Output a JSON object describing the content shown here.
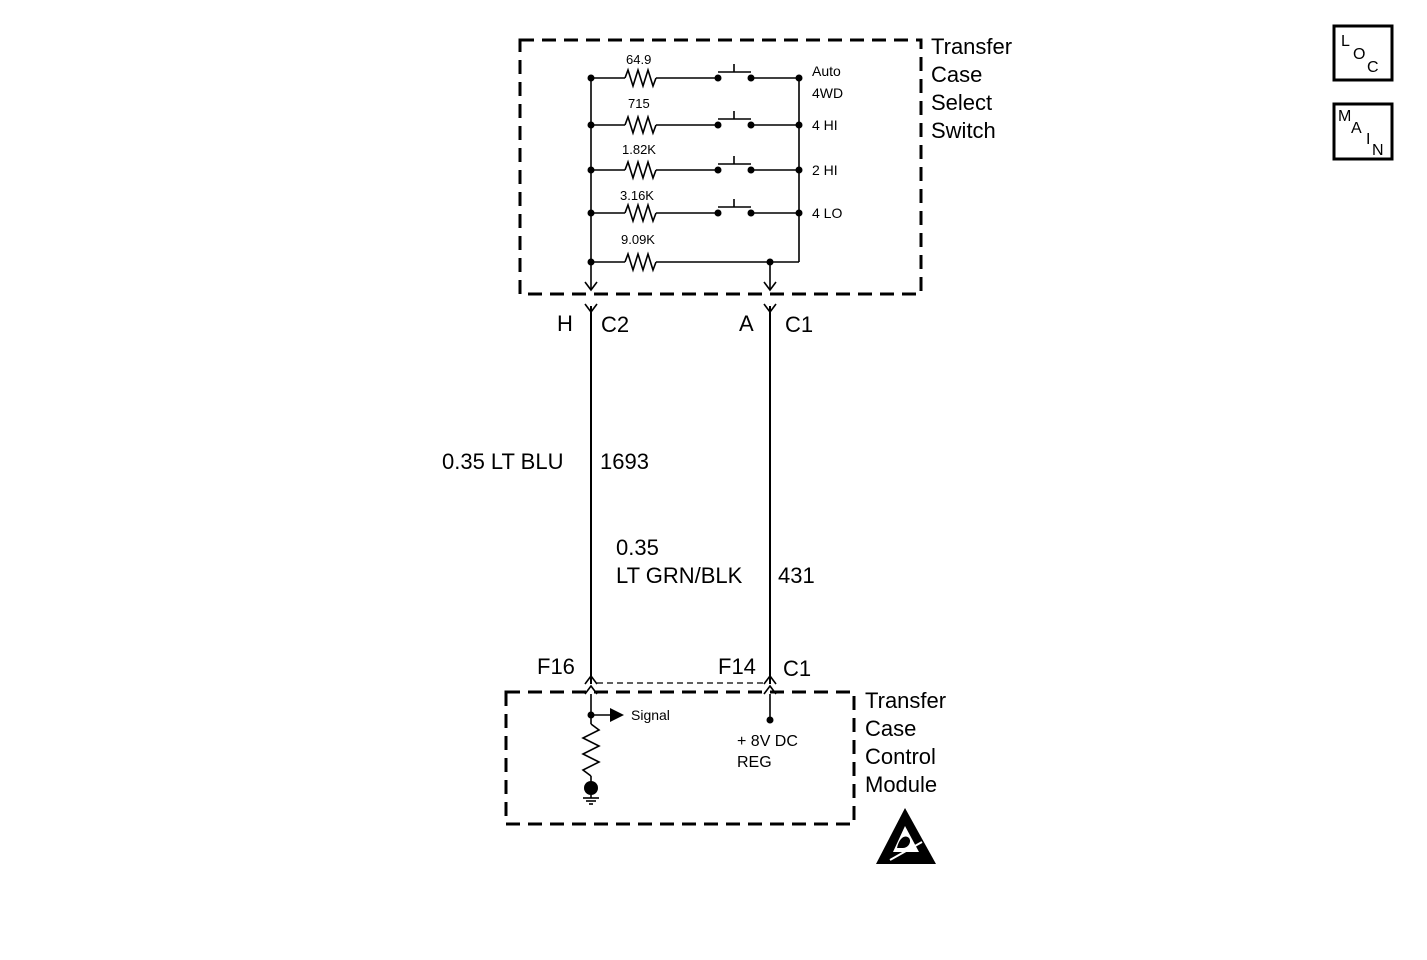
{
  "switch": {
    "title_lines": [
      "Transfer",
      "Case",
      "Select",
      "Switch"
    ],
    "resistors": [
      "64.9",
      "715",
      "1.82K",
      "3.16K",
      "9.09K"
    ],
    "positions": [
      "Auto",
      "4WD",
      "4 HI",
      "2 HI",
      "4 LO"
    ]
  },
  "connectors": {
    "top_left_pin": "H",
    "top_left_conn": "C2",
    "top_right_pin": "A",
    "top_right_conn": "C1",
    "bottom_left_pin": "F16",
    "bottom_right_pin": "F14",
    "bottom_right_conn": "C1"
  },
  "wires": {
    "left_label": "0.35 LT BLU",
    "left_circuit": "1693",
    "right_label_line1": "0.35",
    "right_label_line2": "LT GRN/BLK",
    "right_circuit": "431"
  },
  "module": {
    "title_lines": [
      "Transfer",
      "Case",
      "Control",
      "Module"
    ],
    "signal_label": "Signal",
    "voltage_line1": "+ 8V DC",
    "voltage_line2": "REG"
  },
  "nav": {
    "loc_letters": [
      "L",
      "O",
      "C"
    ],
    "main_letters": [
      "M",
      "A",
      "I",
      "N"
    ]
  },
  "icons": [
    "esd-warning-icon",
    "ground-icon"
  ]
}
